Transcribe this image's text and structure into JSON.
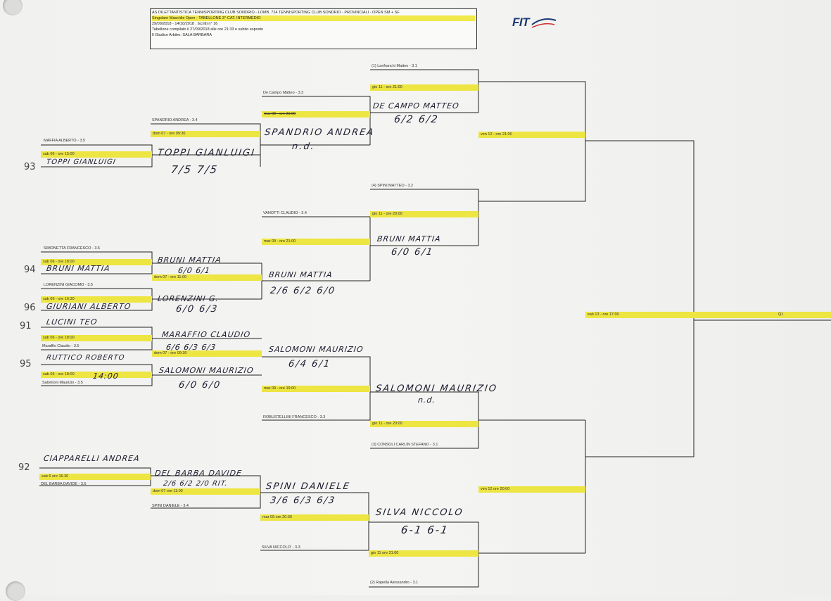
{
  "header": {
    "line1": "AS DILETTANTISTICA TENNISPORTING CLUB SONDRIO - LOMB. 724 TENNISPORTING CLUB SONDRIO - PROVINCIALI - OPEN SM + SF",
    "line2": "Singolare Maschile Open - TABELLONE 3^ CAT. INTERMEDIO",
    "line3": "29/09/2018 - 14/10/2018 . Iscritti n° 16",
    "line4": "Tabellone compilato il 27/09/2018 alle ore 21:33 e subito esposto",
    "line5": "Il Giudice Arbitro: SALA BARBARA"
  },
  "logo": "FIT",
  "players": {
    "p1": "MAFFIA ALBERTO - 3.5",
    "p2": "SPANDRIO ANDREA - 3.4",
    "p3": "De Campo Matteo - 3.3",
    "p4": "(1) Lanfranchi Matteo - 3.1",
    "p5": "SIMONETTA FRANCESCO - 3.5",
    "p6": "LORENZINI GIACOMO - 3.5",
    "p7": "VANOTTI CLAUDIO - 3.4",
    "p8": "(4) SPINI MATTEO - 3.2",
    "p9": "Maraffio Claudio - 3.5",
    "p10": "Salomoni Maurizio - 3.5",
    "p11": "ROBUSTELLINI FRANCESCO - 3.3",
    "p12": "(3) CONSOLI CARLIN STEFANO - 3.1",
    "p13": "DEL BARBA DAVIDE - 3.5",
    "p14": "SPINI DANIELE - 3.4",
    "p15": "SILVA NICCOLO' - 3.3",
    "p16": "(2) Rapella Alessandro - 3.1"
  },
  "schedule": {
    "s1": "sab 06 - ore 15:00",
    "s2": "dom 07 - ore 09:30",
    "s3": "mar 08 - ore 21:00",
    "s4": "gio 11 - ore 21:00",
    "s5": "sab 06 - ore 18:00",
    "s6": "dom 07 - ore 11:00",
    "s7": "sab 06 - ore 16:30",
    "s8": "mar 09 - ore 21:00",
    "s9": "gio 11 - ore 20:00",
    "s10": "ven 12 - ore 21:00",
    "s11": "sab 06 - ore 18:00",
    "s12": "sab 06 - ore 18:00",
    "s13": "dom 07 - ore 09:30",
    "s14": "mar 09 - ore 19:00",
    "s15": "gio 11 - ore 20:00",
    "s16": "sab 6 ore 16.30",
    "s17": "dom 07 ore 11:00",
    "s18": "mar 09 ore 20:30",
    "s19": "gio 11 ore 21:00",
    "s20": "ven 12 ore 20:00",
    "s21": "sab 13 - ore 17:00",
    "s22": "Q1"
  },
  "handwritten": {
    "h1": "TOPPI GIANLUIGI",
    "h2": "TOPPI GIANLUIGI",
    "h3": "7/5 7/5",
    "h4": "SPANDRIO ANDREA",
    "h5": "n.d.",
    "h6": "DE CAMPO MATTEO",
    "h7": "6/2 6/2",
    "h8": "BRUNI MATTIA",
    "h9": "BRUNI MATTIA",
    "h10": "6/0 6/1",
    "h11": "GIURIANI ALBERTO",
    "h12": "LORENZINI G.",
    "h13": "6/0 6/3",
    "h14": "BRUNI MATTIA",
    "h15": "2/6 6/2 6/0",
    "h16": "BRUNI MATTIA",
    "h17": "6/0 6/1",
    "h18": "LUCINI TEO",
    "h19": "RUTTICO ROBERTO",
    "h20": "MARAFFIO CLAUDIO",
    "h21": "6/6 6/3 6/3",
    "h22": "SALOMONI MAURIZIO",
    "h23": "6/0 6/0",
    "h24": "SALOMONI MAURIZIO",
    "h25": "6/4 6/1",
    "h26": "SALOMONI MAURIZIO",
    "h27": "n.d.",
    "h28": "CIAPPARELLI ANDREA",
    "h29": "DEL BARBA DAVIDE",
    "h30": "2/6 6/2 2/0 RIT.",
    "h31": "SPINI DANIELE",
    "h32": "3/6 6/3 6/3",
    "h33": "SILVA NICCOLO",
    "h34": "6-1 6-1",
    "h35": "14:00"
  },
  "seeds": {
    "a": "93",
    "b": "94",
    "c": "96",
    "d": "91",
    "e": "95",
    "f": "92"
  }
}
